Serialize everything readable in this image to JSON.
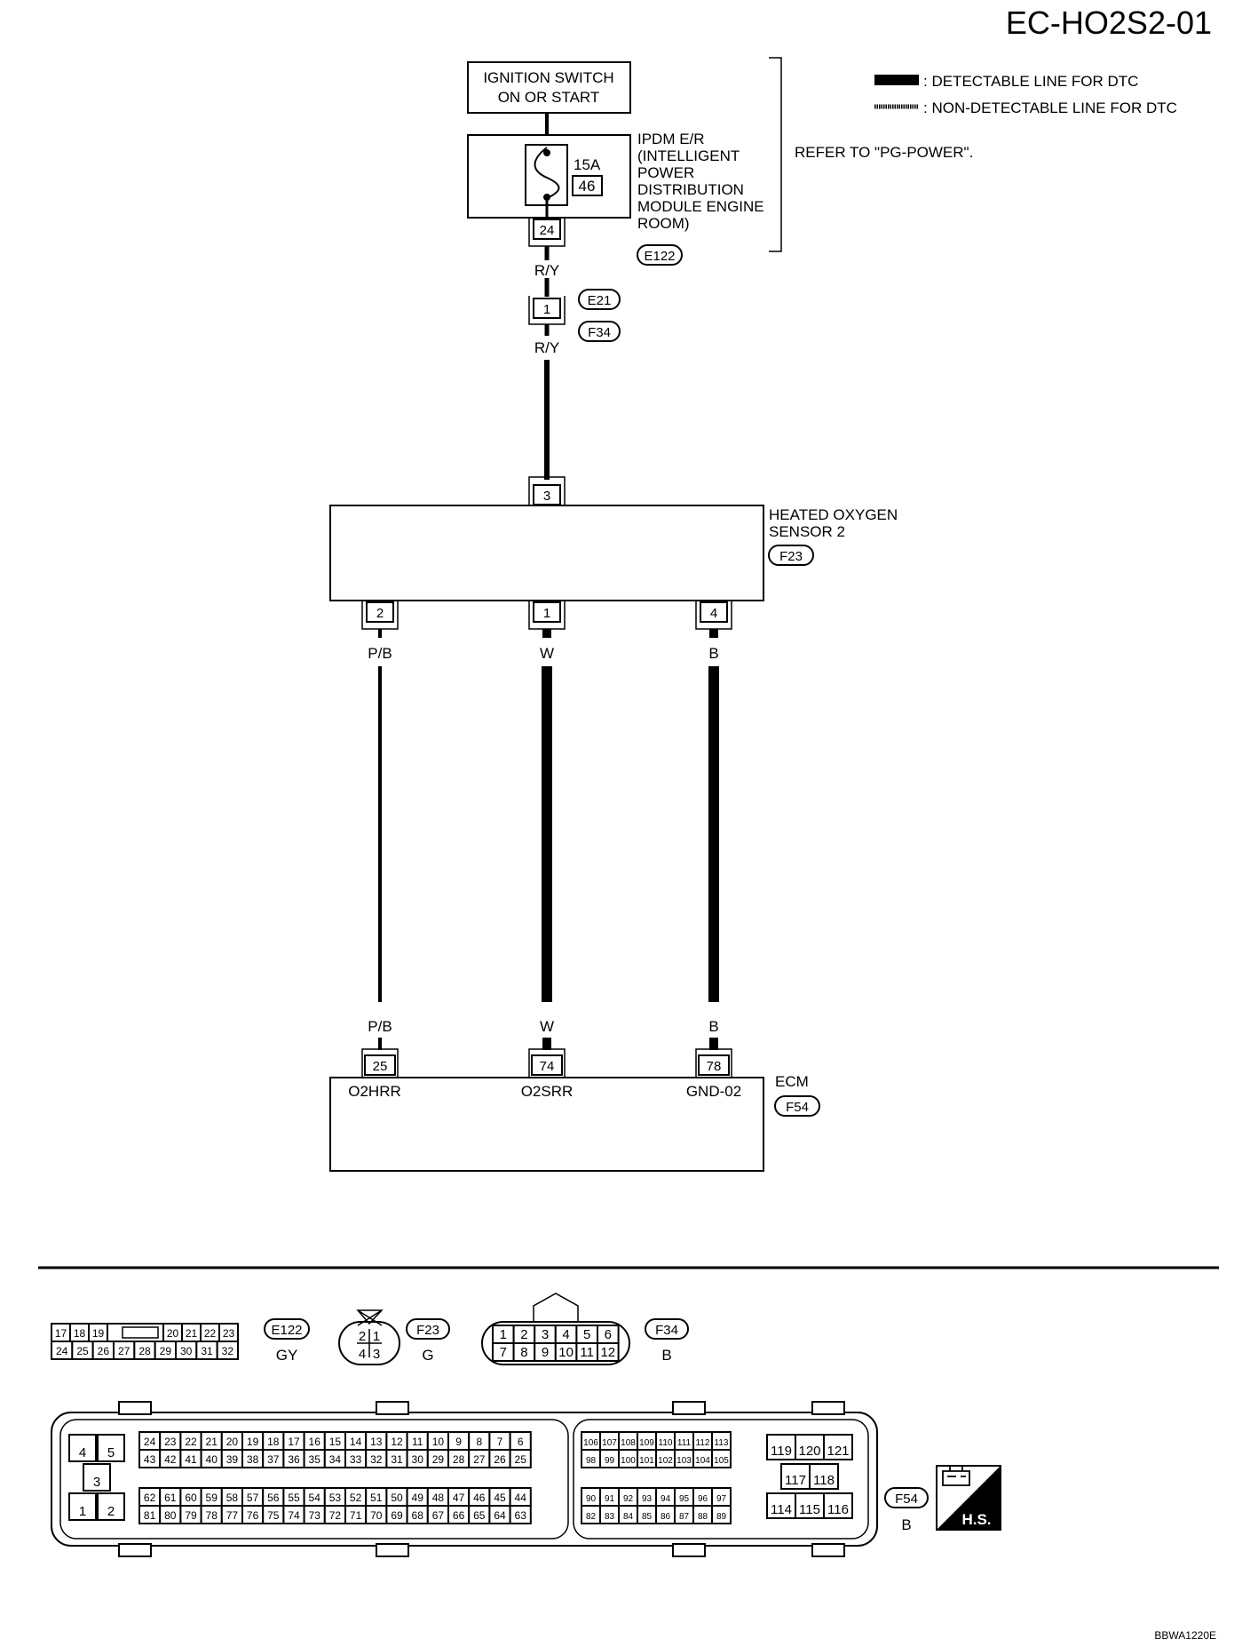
{
  "page": {
    "title": "EC-HO2S2-01",
    "figure_id": "BBWA1220E",
    "legend_detectable": ": DETECTABLE LINE FOR DTC",
    "legend_non_detectable": ": NON-DETECTABLE LINE FOR DTC",
    "refer_note": "REFER TO \"PG-POWER\"."
  },
  "ignition": {
    "line1": "IGNITION SWITCH",
    "line2": "ON OR START"
  },
  "ipdm": {
    "lines": [
      "IPDM E/R",
      "(INTELLIGENT",
      "POWER",
      "DISTRIBUTION",
      "MODULE ENGINE",
      "ROOM)"
    ],
    "fuse_amp": "15A",
    "fuse_no": "46",
    "pin": "24",
    "connector": "E122"
  },
  "joint": {
    "wire_top": "R/Y",
    "pin": "1",
    "conn_a": "E21",
    "conn_b": "F34",
    "wire_bottom": "R/Y"
  },
  "sensor": {
    "name_line1": "HEATED OXYGEN",
    "name_line2": "SENSOR 2",
    "connector": "F23",
    "pin_top": "3",
    "pins": [
      "2",
      "1",
      "4"
    ],
    "wires": [
      "P/B",
      "W",
      "B"
    ]
  },
  "ecm": {
    "name": "ECM",
    "connector": "F54",
    "pins": [
      "25",
      "74",
      "78"
    ],
    "terms": [
      "O2HRR",
      "O2SRR",
      "GND-02"
    ],
    "wires": [
      "P/B",
      "W",
      "B"
    ]
  },
  "face_e122": {
    "id": "E122",
    "color": "GY",
    "row1": [
      "17",
      "18",
      "19",
      "20",
      "21",
      "22",
      "23"
    ],
    "row2": [
      "24",
      "25",
      "26",
      "27",
      "28",
      "29",
      "30",
      "31",
      "32"
    ]
  },
  "face_f23": {
    "id": "F23",
    "color": "G",
    "pins": [
      "2",
      "1",
      "4",
      "3"
    ]
  },
  "face_f34": {
    "id": "F34",
    "color": "B",
    "row1": [
      "1",
      "2",
      "3",
      "4",
      "5",
      "6"
    ],
    "row2": [
      "7",
      "8",
      "9",
      "10",
      "11",
      "12"
    ]
  },
  "face_f54": {
    "id": "F54",
    "color": "B",
    "left_pins": [
      "4",
      "5",
      "3",
      "1",
      "2"
    ],
    "block_a": [
      [
        "24",
        "23",
        "22",
        "21",
        "20",
        "19",
        "18",
        "17",
        "16",
        "15",
        "14",
        "13",
        "12",
        "11",
        "10",
        "9",
        "8",
        "7",
        "6"
      ],
      [
        "43",
        "42",
        "41",
        "40",
        "39",
        "38",
        "37",
        "36",
        "35",
        "34",
        "33",
        "32",
        "31",
        "30",
        "29",
        "28",
        "27",
        "26",
        "25"
      ],
      [
        "62",
        "61",
        "60",
        "59",
        "58",
        "57",
        "56",
        "55",
        "54",
        "53",
        "52",
        "51",
        "50",
        "49",
        "48",
        "47",
        "46",
        "45",
        "44"
      ],
      [
        "81",
        "80",
        "79",
        "78",
        "77",
        "76",
        "75",
        "74",
        "73",
        "72",
        "71",
        "70",
        "69",
        "68",
        "67",
        "66",
        "65",
        "64",
        "63"
      ]
    ],
    "block_b": [
      [
        "106",
        "107",
        "108",
        "109",
        "110",
        "111",
        "112",
        "113"
      ],
      [
        "98",
        "99",
        "100",
        "101",
        "102",
        "103",
        "104",
        "105"
      ],
      [
        "90",
        "91",
        "92",
        "93",
        "94",
        "95",
        "96",
        "97"
      ],
      [
        "82",
        "83",
        "84",
        "85",
        "86",
        "87",
        "88",
        "89"
      ]
    ],
    "block_c_top": [
      "119",
      "120",
      "121"
    ],
    "block_c_mid": [
      "117",
      "118"
    ],
    "block_c_bottom": [
      "114",
      "115",
      "116"
    ]
  },
  "hs_label": "H.S."
}
